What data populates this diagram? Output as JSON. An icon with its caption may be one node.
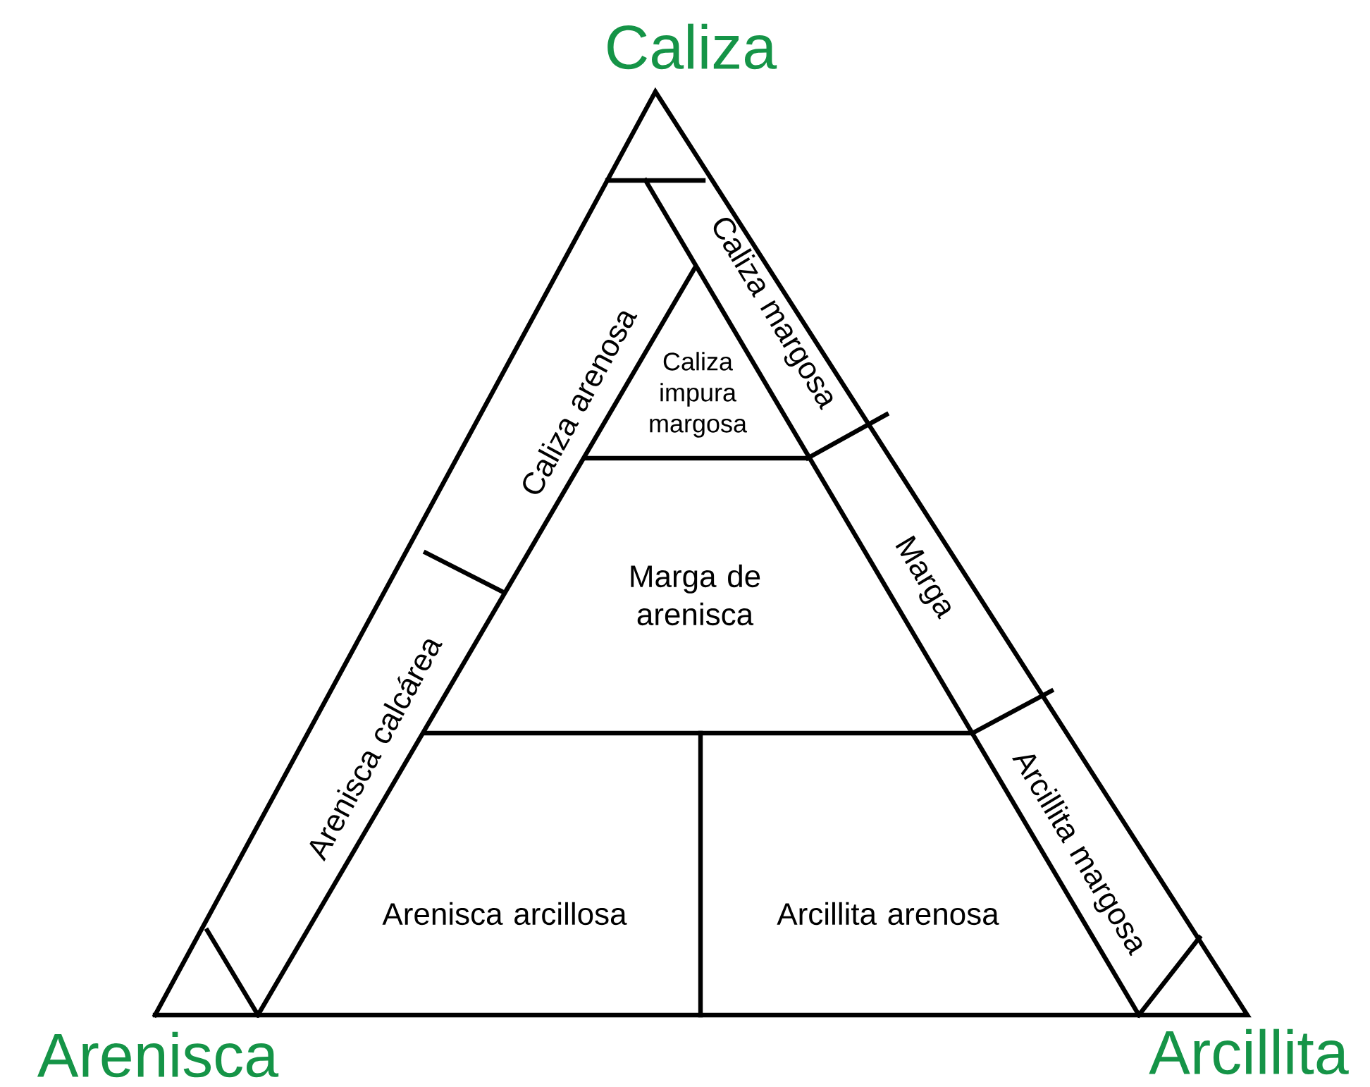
{
  "diagram": {
    "nodes": [
      {
        "text": [
          "Caliza margosa"
        ]
      },
      {
        "text": [
          "Caliza impura margosa"
        ]
      },
      {
        "text": [
          "Caliza arenosa"
        ]
      },
      {
        "text": [
          "Marga de arenisca"
        ]
      },
      {
        "text": [
          "Marga"
        ]
      },
      {
        "text": [
          "Arenisca calcárea"
        ]
      },
      {
        "text": [
          "Arcillita margosa"
        ]
      },
      {
        "text": [
          "Arenisca arcillosa"
        ]
      },
      {
        "text": [
          "Arcillita arenosa"
        ]
      }
    ],
    "labels": [
      "Caliza",
      "Arenisca",
      "Arcillita"
    ]
  }
}
